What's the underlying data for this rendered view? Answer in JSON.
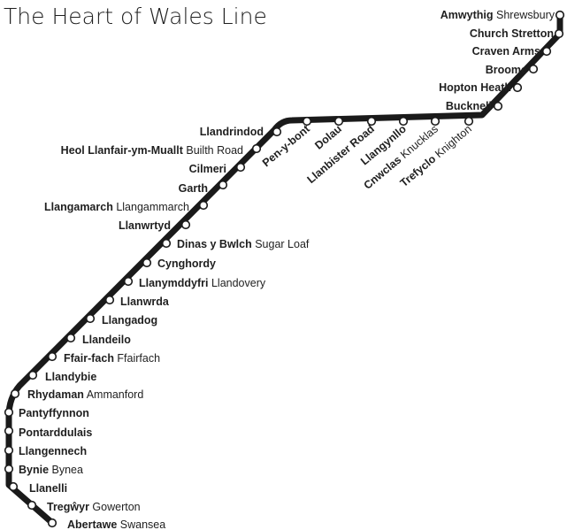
{
  "title": "The Heart of Wales Line",
  "colors": {
    "line": "#1a1a1a",
    "stop_fill": "#ffffff",
    "text": "#1f1f1f"
  },
  "stations": [
    {
      "id": "amwythig",
      "welsh": "Amwythig",
      "english": "Shrewsbury"
    },
    {
      "id": "church-stretton",
      "welsh": "Church Stretton",
      "english": ""
    },
    {
      "id": "craven-arms",
      "welsh": "Craven Arms",
      "english": ""
    },
    {
      "id": "broome",
      "welsh": "Broome",
      "english": ""
    },
    {
      "id": "hopton-heath",
      "welsh": "Hopton Heath",
      "english": ""
    },
    {
      "id": "bucknell",
      "welsh": "Bucknell",
      "english": ""
    },
    {
      "id": "trefyclo",
      "welsh": "Trefyclo",
      "english": "Knighton"
    },
    {
      "id": "cnwclas",
      "welsh": "Cnwclas",
      "english": "Knucklas"
    },
    {
      "id": "llangynllo",
      "welsh": "Llangynllo",
      "english": ""
    },
    {
      "id": "llanbister-road",
      "welsh": "Llanbister Road",
      "english": ""
    },
    {
      "id": "dolau",
      "welsh": "Dolau",
      "english": ""
    },
    {
      "id": "pen-y-bont",
      "welsh": "Pen-y-bont",
      "english": ""
    },
    {
      "id": "llandrindod",
      "welsh": "Llandrindod",
      "english": ""
    },
    {
      "id": "heol-llanfair-ym-muallt",
      "welsh": "Heol Llanfair-ym-Muallt",
      "english": "Builth Road"
    },
    {
      "id": "cilmeri",
      "welsh": "Cilmeri",
      "english": ""
    },
    {
      "id": "garth",
      "welsh": "Garth",
      "english": ""
    },
    {
      "id": "llangamarch",
      "welsh": "Llangamarch",
      "english": "Llangammarch"
    },
    {
      "id": "llanwrtyd",
      "welsh": "Llanwrtyd",
      "english": ""
    },
    {
      "id": "dinas-y-bwlch",
      "welsh": "Dinas y Bwlch",
      "english": "Sugar Loaf"
    },
    {
      "id": "cynghordy",
      "welsh": "Cynghordy",
      "english": ""
    },
    {
      "id": "llanymddyfri",
      "welsh": "Llanymddyfri",
      "english": "Llandovery"
    },
    {
      "id": "llanwrda",
      "welsh": "Llanwrda",
      "english": ""
    },
    {
      "id": "llangadog",
      "welsh": "Llangadog",
      "english": ""
    },
    {
      "id": "llandeilo",
      "welsh": "Llandeilo",
      "english": ""
    },
    {
      "id": "ffair-fach",
      "welsh": "Ffair-fach",
      "english": "Ffairfach"
    },
    {
      "id": "llandybie",
      "welsh": "Llandybie",
      "english": ""
    },
    {
      "id": "rhydaman",
      "welsh": "Rhydaman",
      "english": "Ammanford"
    },
    {
      "id": "pantyffynnon",
      "welsh": "Pantyffynnon",
      "english": ""
    },
    {
      "id": "pontarddulais",
      "welsh": "Pontarddulais",
      "english": ""
    },
    {
      "id": "llangennech",
      "welsh": "Llangennech",
      "english": ""
    },
    {
      "id": "bynie",
      "welsh": "Bynie",
      "english": "Bynea"
    },
    {
      "id": "llanelli",
      "welsh": "Llanelli",
      "english": ""
    },
    {
      "id": "tregwyr",
      "welsh": "Tregŵyr",
      "english": "Gowerton"
    },
    {
      "id": "abertawe",
      "welsh": "Abertawe",
      "english": "Swansea"
    }
  ]
}
